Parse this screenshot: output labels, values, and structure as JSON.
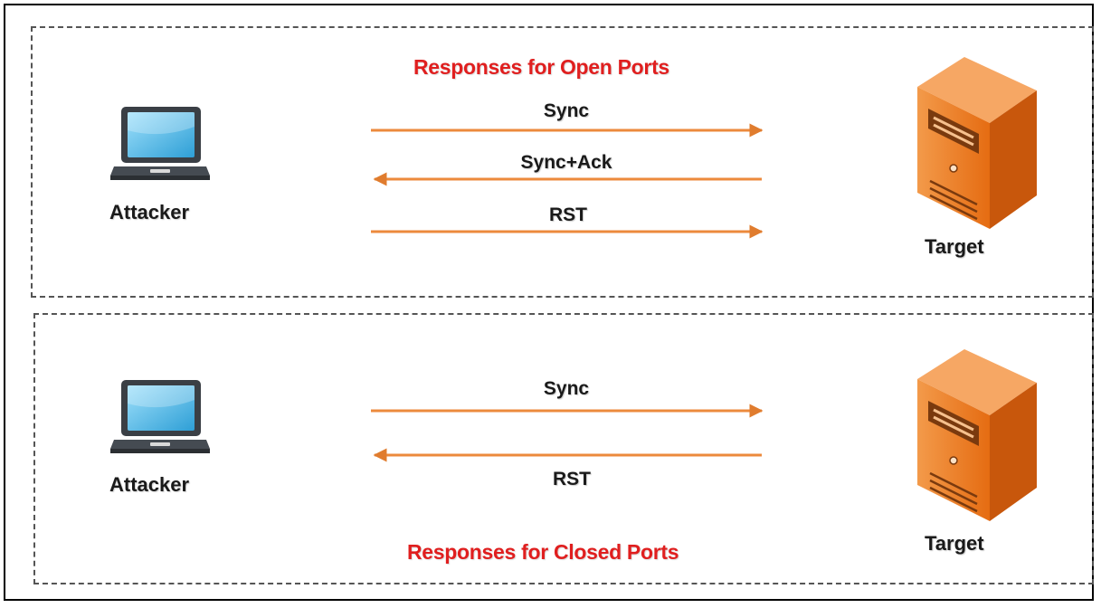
{
  "colors": {
    "title": "#e01f1f",
    "arrow": "#ec8a3c",
    "server": "#f07a1e",
    "laptop_screen": "#5bbde8"
  },
  "icons": {
    "attacker": "laptop-icon",
    "target": "server-icon"
  },
  "open_ports": {
    "title": "Responses for Open Ports",
    "attacker_label": "Attacker",
    "target_label": "Target",
    "messages": [
      "Sync",
      "Sync+Ack",
      "RST"
    ]
  },
  "closed_ports": {
    "title": "Responses for Closed Ports",
    "attacker_label": "Attacker",
    "target_label": "Target",
    "messages": [
      "Sync",
      "RST"
    ]
  }
}
